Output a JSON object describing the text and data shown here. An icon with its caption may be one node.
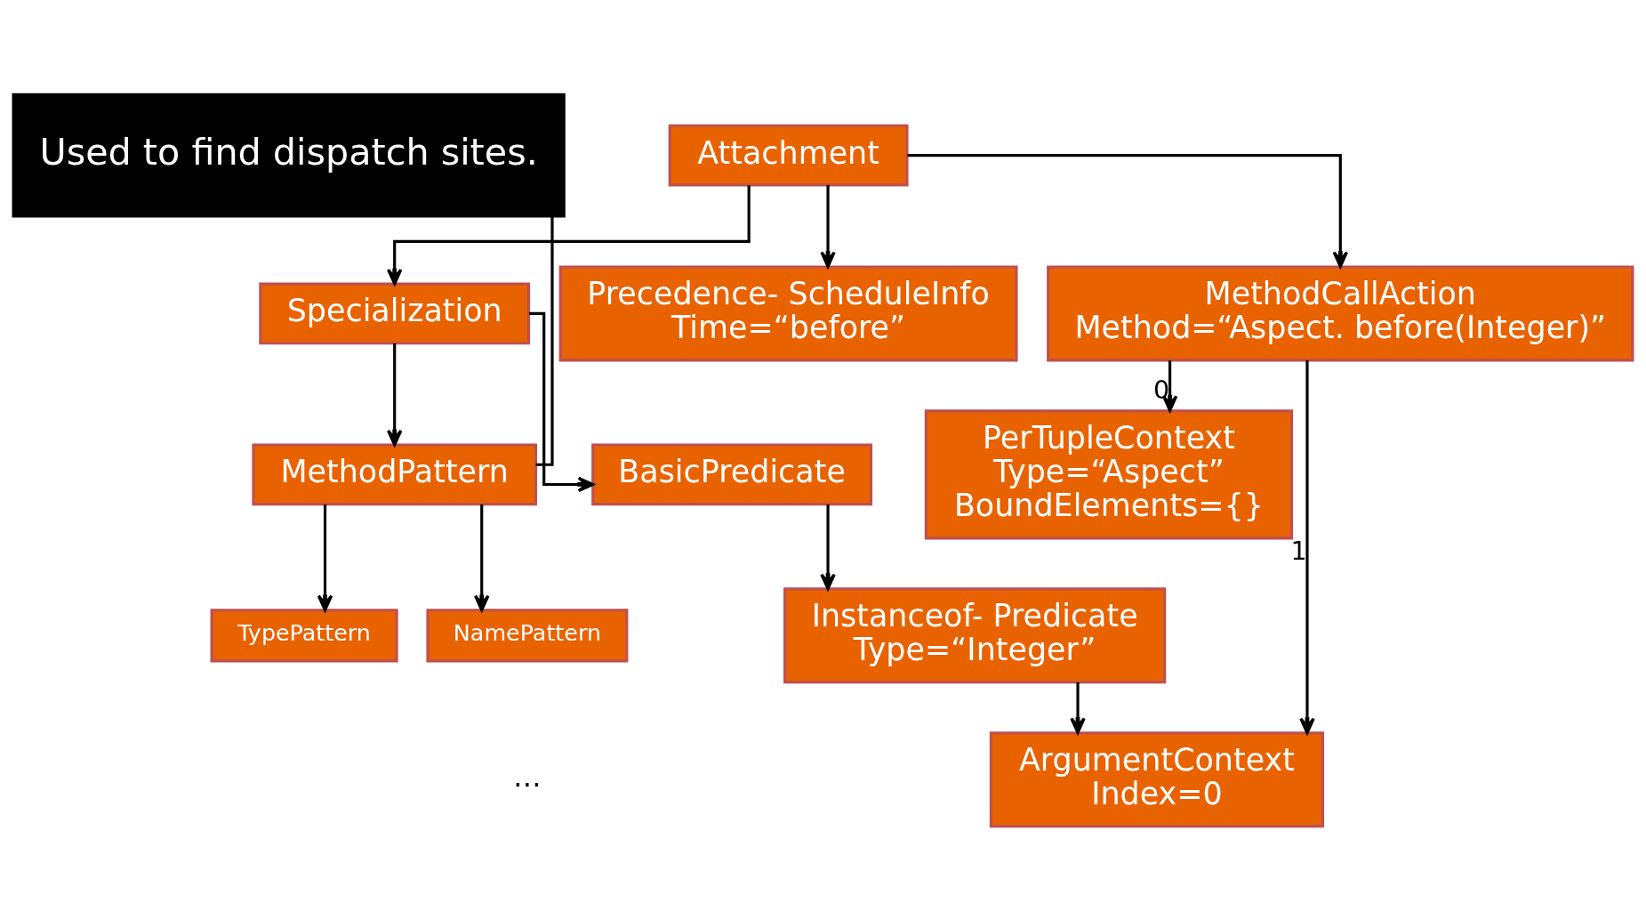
{
  "diagram": {
    "nodes": [
      {
        "text": [
          "Used to find dispatch sites."
        ]
      },
      {
        "text": [
          "Attachment"
        ]
      },
      {
        "text": [
          "MethodCallAction",
          "Method=“Aspect. before(Integer)”"
        ]
      },
      {
        "text": [
          "Specialization"
        ]
      },
      {
        "text": [
          "Precedence- ScheduleInfo",
          "Time=“before”"
        ]
      },
      {
        "text": [
          "PerTupleContext",
          "Type=“Aspect”",
          "BoundElements={}"
        ]
      },
      {
        "text": [
          "ArgumentContext",
          "Index=0"
        ]
      },
      {
        "text": [
          "BasicPredicate"
        ]
      },
      {
        "text": [
          "MethodPattern"
        ]
      },
      {
        "text": [
          "Instanceof- Predicate",
          "Type=“Integer”"
        ]
      },
      {
        "text": [
          "TypePattern"
        ]
      },
      {
        "text": [
          "NamePattern"
        ]
      }
    ],
    "edges": [
      {
        "from": 1,
        "to": 2,
        "arrow": "to"
      },
      {
        "from": 1,
        "to": 3,
        "arrow": "to"
      },
      {
        "from": 1,
        "to": 4,
        "arrow": "to"
      },
      {
        "from": 2,
        "to": 5,
        "arrow": "to",
        "label": "0"
      },
      {
        "from": 2,
        "to": 6,
        "arrow": "to",
        "label": "1"
      },
      {
        "from": 3,
        "to": 7,
        "arrow": "to"
      },
      {
        "from": 3,
        "to": 8,
        "arrow": "to"
      },
      {
        "from": 7,
        "to": 9,
        "arrow": "to"
      },
      {
        "from": 9,
        "to": 6,
        "arrow": "to"
      },
      {
        "from": 8,
        "to": 10,
        "arrow": "to"
      },
      {
        "from": 8,
        "to": 11,
        "arrow": "to"
      },
      {
        "from": 0,
        "to": 8,
        "arrow": "none"
      }
    ],
    "labels": [
      "…"
    ]
  }
}
